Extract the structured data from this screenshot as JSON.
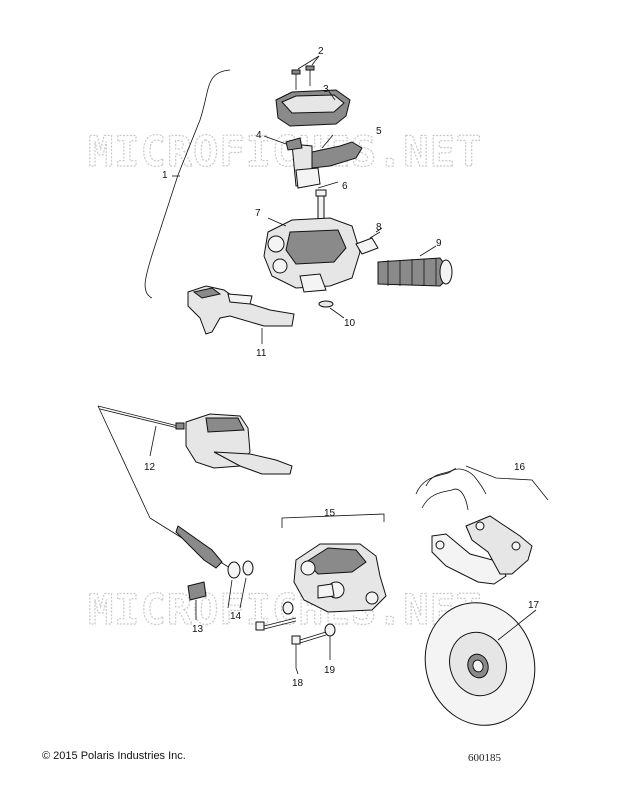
{
  "watermark": "MICROFICHES.NET",
  "callouts": {
    "c1": "1",
    "c2": "2",
    "c3": "3",
    "c4": "4",
    "c5": "5",
    "c6": "6",
    "c7": "7",
    "c8": "8",
    "c9": "9",
    "c10": "10",
    "c11": "11",
    "c12": "12",
    "c13": "13",
    "c14": "14",
    "c15": "15",
    "c16": "16",
    "c17": "17",
    "c18": "18",
    "c19": "19"
  },
  "footer": {
    "copyright": "© 2015 Polaris Industries Inc.",
    "diagram_number": "600185"
  }
}
